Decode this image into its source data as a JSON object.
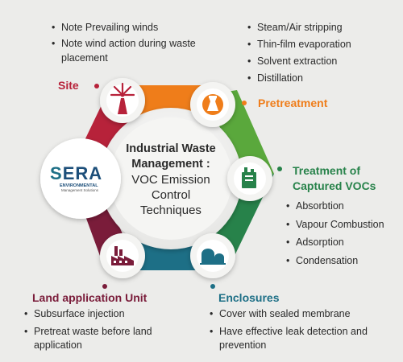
{
  "colors": {
    "site": "#b7223a",
    "pretreatment": "#ef7d1a",
    "treatment": "#27824a",
    "enclosures": "#1d6f86",
    "land": "#7a1c3a",
    "text": "#2a2a2a"
  },
  "center": {
    "line1": "Industrial Waste",
    "line2": "Management :",
    "line3": "VOC Emission",
    "line4": "Control",
    "line5": "Techniques"
  },
  "logo": {
    "brand_s": "S",
    "brand_rest": "ERA",
    "sub1": "ENVIRONMENTAL",
    "sub2": "Management Solutions"
  },
  "site": {
    "label": "Site",
    "icon": "windmill-icon",
    "items": [
      "Note Prevailing winds",
      "Note wind action during waste placement"
    ]
  },
  "pretreatment": {
    "label": "Pretreatment",
    "icon": "flask-icon",
    "items": [
      "Steam/Air stripping",
      "Thin-film evaporation",
      "Solvent extraction",
      "Distillation"
    ]
  },
  "treatment": {
    "label_line1": "Treatment of",
    "label_line2": "Captured VOCs",
    "icon": "tank-icon",
    "items": [
      "Absorbtion",
      "Vapour Combustion",
      "Adsorption",
      "Condensation"
    ]
  },
  "enclosures": {
    "label": "Enclosures",
    "icon": "storage-tanks-icon",
    "items": [
      "Cover with sealed membrane",
      "Have effective leak detection and prevention"
    ]
  },
  "land": {
    "label": "Land application Unit",
    "icon": "factory-icon",
    "items": [
      "Subsurface injection",
      "Pretreat waste before land application"
    ]
  }
}
